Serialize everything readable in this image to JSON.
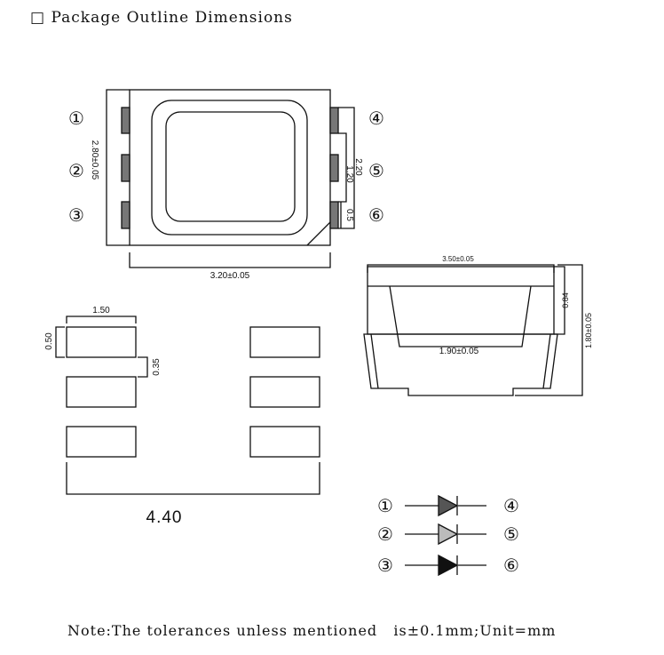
{
  "title": "□ Package Outline Dimensions",
  "top_view": {
    "width": "3.20±0.05",
    "height": "2.80±0.05",
    "pad_pitch": "2.20",
    "pad_span": "1.20",
    "pad_width": "0.5",
    "pins_left": [
      "①",
      "②",
      "③"
    ],
    "pins_right": [
      "④",
      "⑤",
      "⑥"
    ]
  },
  "side_view": {
    "length": "3.50±0.05",
    "top_height": "0.84",
    "total_height": "1.80±0.05",
    "window_width": "1.90±0.05"
  },
  "footprint": {
    "pad_length": "1.50",
    "pad_height": "0.50",
    "pad_gap": "0.35",
    "overall_width": "4.40"
  },
  "schematic": {
    "rows": [
      {
        "left": "①",
        "right": "④",
        "fill": "#555555"
      },
      {
        "left": "②",
        "right": "⑤",
        "fill": "#bbbbbb"
      },
      {
        "left": "③",
        "right": "⑥",
        "fill": "#111111"
      }
    ]
  },
  "note": "Note:The tolerances unless mentioned   is±0.1mm;Unit=mm"
}
